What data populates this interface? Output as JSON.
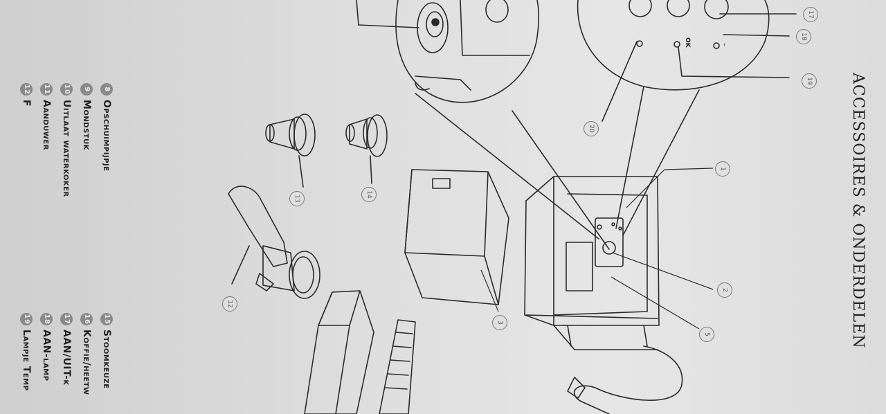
{
  "title": "ACCESSOIRES & ONDERDELEN",
  "legend_left": [
    {
      "num": "8",
      "label": "Opschuimpijpje"
    },
    {
      "num": "9",
      "label": "Mondstuk"
    },
    {
      "num": "10",
      "label": "Uitlaat waterkoker"
    },
    {
      "num": "11",
      "label": "Aanduwer"
    },
    {
      "num": "12",
      "label": "F"
    }
  ],
  "legend_right": [
    {
      "num": "15",
      "label": "Stoomkeuze"
    },
    {
      "num": "16",
      "label": "Koffie/heetw"
    },
    {
      "num": "17",
      "label": "AAN/UIT-k"
    },
    {
      "num": "18",
      "label": "AAN-lamp"
    },
    {
      "num": "19",
      "label": "Lampje Temp"
    }
  ],
  "callouts": [
    "17",
    "18",
    "19",
    "20",
    "1",
    "2",
    "3",
    "5",
    "12",
    "13",
    "14"
  ],
  "panel_labels": {
    "ok": "OK",
    "dash": "–"
  }
}
